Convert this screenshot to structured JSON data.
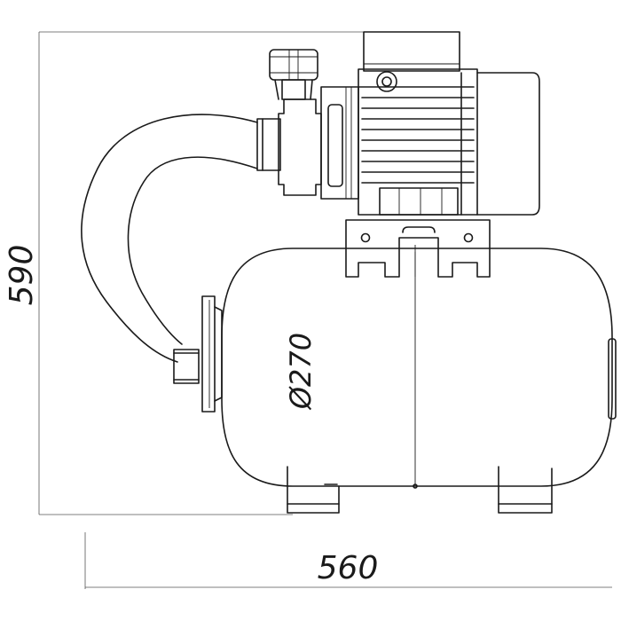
{
  "dimensions": {
    "height": "590",
    "width": "560",
    "tank_diameter": "Ø270"
  },
  "colors": {
    "line": "#1a1a1a",
    "background": "#ffffff"
  }
}
